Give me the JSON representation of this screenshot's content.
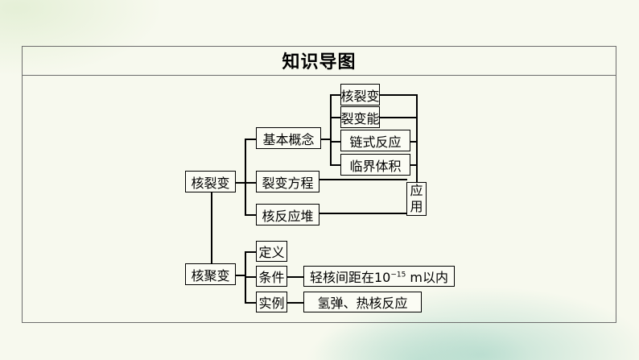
{
  "title": "知识导图",
  "nodes": {
    "fission": "核裂变",
    "basic_concepts": "基本概念",
    "fission_def": "核裂变",
    "fission_energy": "裂变能",
    "chain_reaction": "链式反应",
    "critical_volume": "临界体积",
    "fission_equation": "裂变方程",
    "reactor": "核反应堆",
    "application_1": "应",
    "application_2": "用",
    "fusion": "核聚变",
    "definition": "定义",
    "condition": "条件",
    "condition_detail_prefix": "轻核间距在10",
    "condition_detail_exp": "−15",
    "condition_detail_suffix": " m以内",
    "example": "实例",
    "example_detail": "氢弹、热核反应"
  }
}
